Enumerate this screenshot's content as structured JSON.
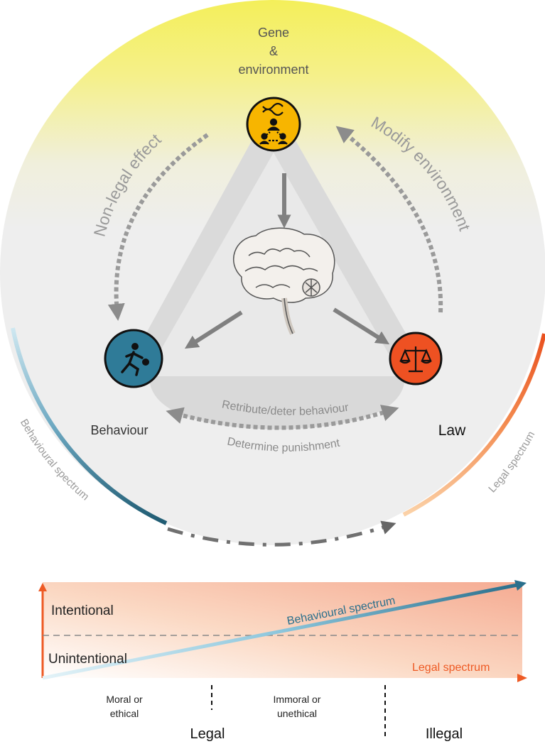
{
  "top_node": {
    "line1": "Gene",
    "line2": "&",
    "line3": "environment",
    "icon": "dna-family-icon"
  },
  "left_node": {
    "label": "Behaviour",
    "icon": "running-person-icon"
  },
  "right_node": {
    "label": "Law",
    "icon": "scales-icon"
  },
  "center": {
    "icon": "brain-icon"
  },
  "arcs": {
    "left": "Non-legal effect",
    "right": "Modify environment",
    "bottom_inner": "Retribute/deter behaviour",
    "bottom_outer": "Determine punishment",
    "behavioural_spectrum": "Behavioural spectrum",
    "legal_spectrum": "Legal spectrum"
  },
  "bottom_panel": {
    "intentional": "Intentional",
    "unintentional": "Unintentional",
    "behavioural_spectrum": "Behavioural spectrum",
    "legal_spectrum": "Legal spectrum",
    "moral_line1": "Moral or",
    "moral_line2": "ethical",
    "immoral_line1": "Immoral or",
    "immoral_line2": "unethical",
    "legal": "Legal",
    "illegal": "Illegal"
  },
  "colors": {
    "gene": "#F7B500",
    "behaviour": "#2F7B98",
    "law": "#EE5122",
    "arrow_gray": "#8C8C8C",
    "behavioural_line": "#2A6F8C",
    "legal_line": "#EE5A24"
  }
}
